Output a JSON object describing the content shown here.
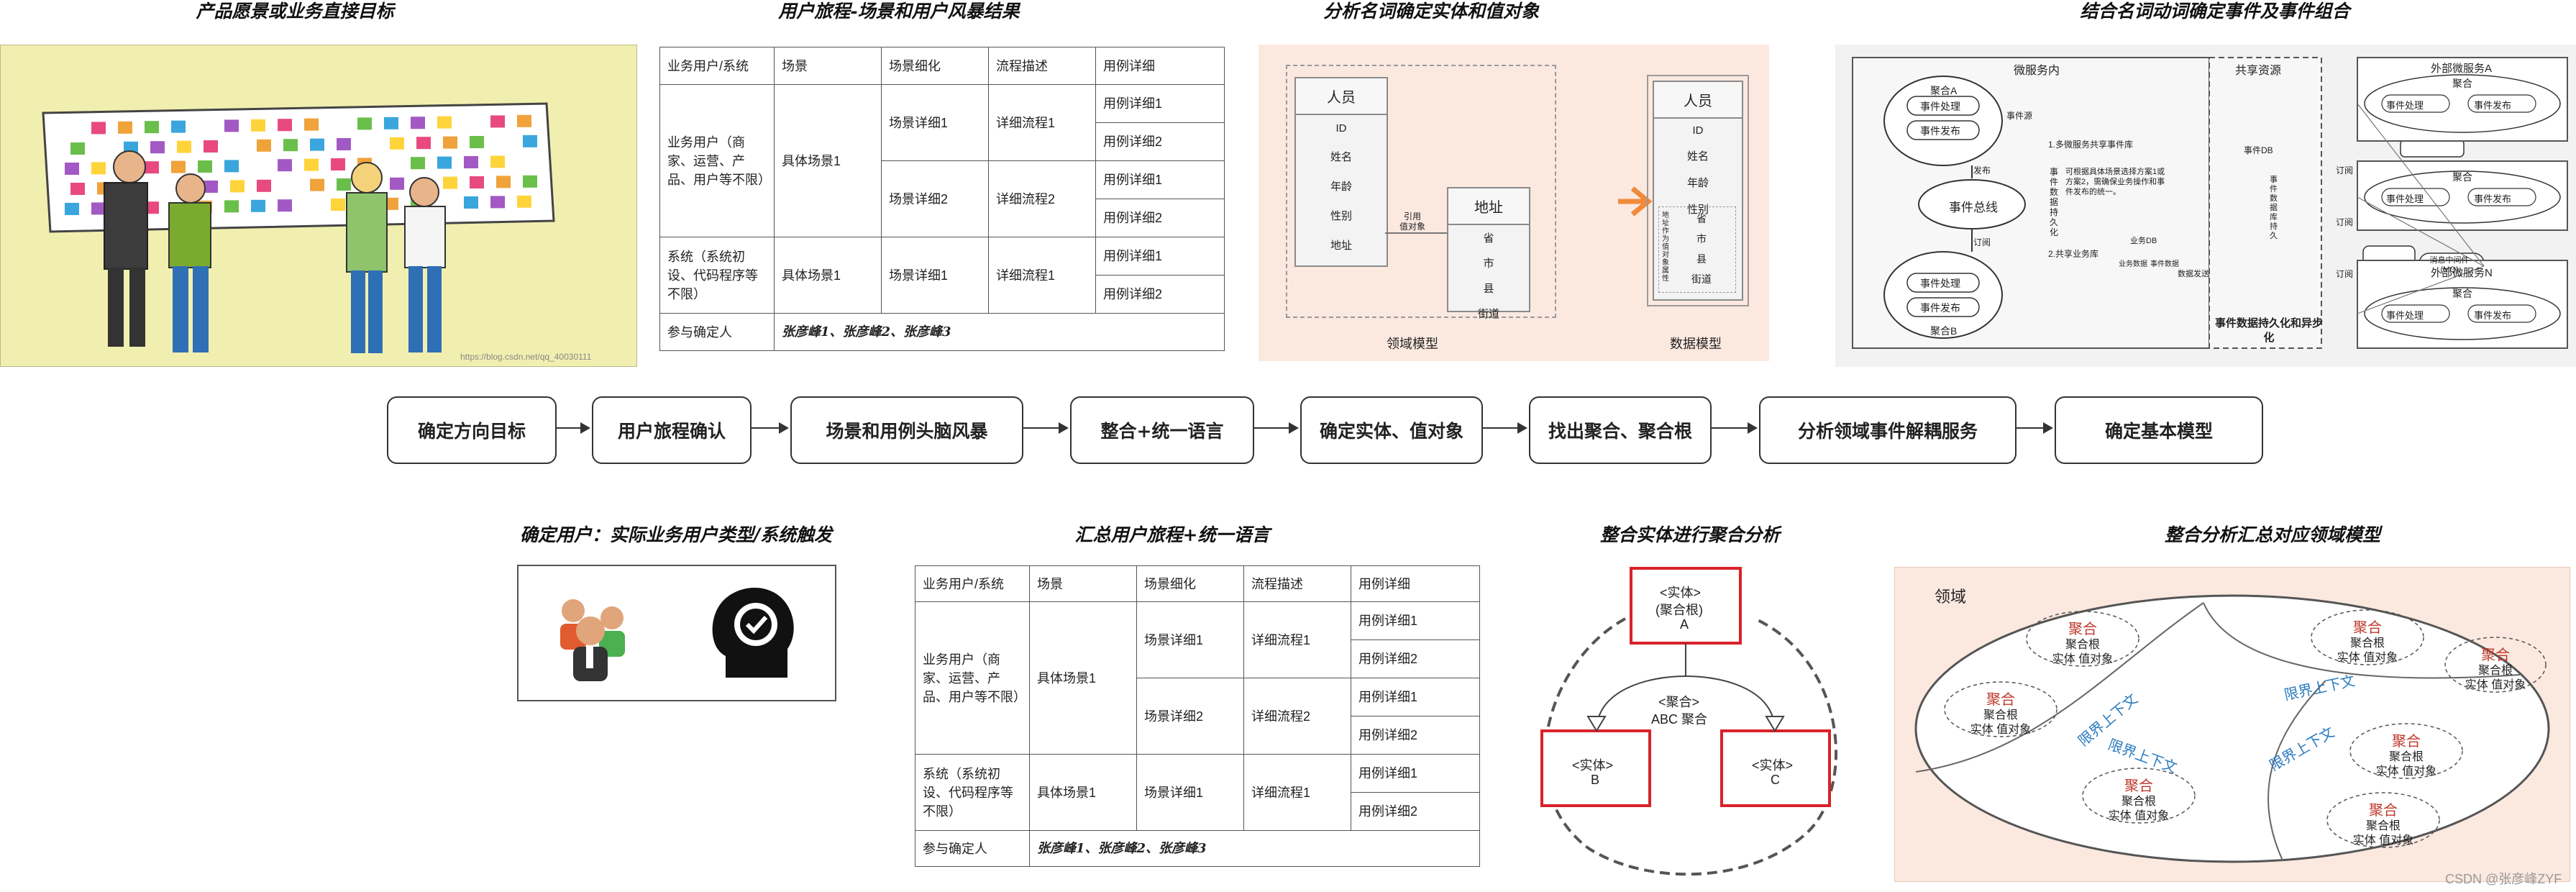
{
  "titles": {
    "t1": "产品愿景或业务直接目标",
    "t2": "用户旅程-场景和用户风暴结果",
    "t3": "分析名词确定实体和值对象",
    "t4": "结合名词动词确定事件及事件组合",
    "t5": "确定用户：实际业务用户类型/系统触发",
    "t6": "汇总用户旅程+统一语言",
    "t7": "整合实体进行聚合分析",
    "t8": "整合分析汇总对应领域模型"
  },
  "table": {
    "headers": [
      "业务用户/系统",
      "场景",
      "场景细化",
      "流程描述",
      "用例详细"
    ],
    "headers_b": [
      "业务用户/系统",
      "场景",
      "场景细化",
      "流程描述",
      "用例详细"
    ],
    "user_biz": "业务用户（商家、运营、产品、用户等不限）",
    "user_sys": "系统（系统初设、代码程序等不限）",
    "scene1": "具体场景1",
    "scene_detail1": "场景详细1",
    "scene_detail2": "场景详细2",
    "flow1": "详细流程1",
    "flow2": "详细流程2",
    "case1": "用例详细1",
    "case2": "用例详细2",
    "confirm_label": "参与确定人",
    "people": "张彦峰1、张彦峰2、张彦峰3"
  },
  "flow": {
    "steps": [
      "确定方向目标",
      "用户旅程确认",
      "场景和用例头脑风暴",
      "整合+统一语言",
      "确定实体、值对象",
      "找出聚合、聚合根",
      "分析领域事件解耦服务",
      "确定基本模型"
    ]
  },
  "domain_model": {
    "person_title": "人员",
    "person_fields": [
      "ID",
      "姓名",
      "年龄",
      "性别",
      "地址"
    ],
    "address_title": "地址",
    "address_fields": [
      "省",
      "市",
      "县",
      "街道"
    ],
    "ref_label": "引用\n值对象",
    "vo_attr_label": "地址作为值对象属性",
    "caption_domain": "领域模型",
    "caption_data": "数据模型",
    "data_person_title": "人员",
    "data_person_fields": [
      "ID",
      "姓名",
      "年龄",
      "性别"
    ],
    "data_addr_fields": [
      "省",
      "市",
      "县",
      "街道"
    ],
    "watermark": "https://blog.csdn.net/qq_40030111"
  },
  "event_diagram": {
    "inner_title": "微服务内",
    "shared_title": "共享资源",
    "ext_a": "外部微服务A",
    "ext_n": "外部微服务N",
    "agg_a": "聚合A",
    "agg_b": "聚合B",
    "agg": "聚合",
    "evt_handle": "事件处理",
    "evt_publish": "事件发布",
    "evt_source": "事件源",
    "evt_bus": "事件总线",
    "publish": "发布",
    "subscribe": "订阅",
    "persist": "事件数据持久化",
    "note1": "1.多微服务共享事件库",
    "note1_body": "可根据具体场景选择方案1或方案2，需确保业务操作和事件发布的统一。",
    "note2": "2.共享业务库",
    "biz_db": "业务DB",
    "biz_data": "业务数据",
    "evt_data": "事件数据",
    "evt_db": "事件DB",
    "evt_data_persist": "事件数据库持久",
    "data_send": "数据发送",
    "mq": "消息中间件(MQ)",
    "footer": "事件数据持久化和异步化"
  },
  "aggregation": {
    "top_entity": "<实体>",
    "top_root": "(聚合根)",
    "top_name": "A",
    "mid_agg": "<聚合>",
    "mid_name": "ABC 聚合",
    "left_entity": "<实体>",
    "left_name": "B",
    "right_entity": "<实体>",
    "right_name": "C"
  },
  "domain_panel": {
    "title": "领域",
    "agg": "聚合",
    "root": "聚合根",
    "ev": "实体  值对象",
    "ctx": "限界上下文"
  },
  "footer_credit": "CSDN @张彦峰ZYF",
  "colors": {
    "pink_bg": "#fbe9e0",
    "orange_arrow": "#f08a3c",
    "red_box": "#d8222a",
    "ctx_blue": "#2b7bbf",
    "agg_red": "#c0392b"
  }
}
